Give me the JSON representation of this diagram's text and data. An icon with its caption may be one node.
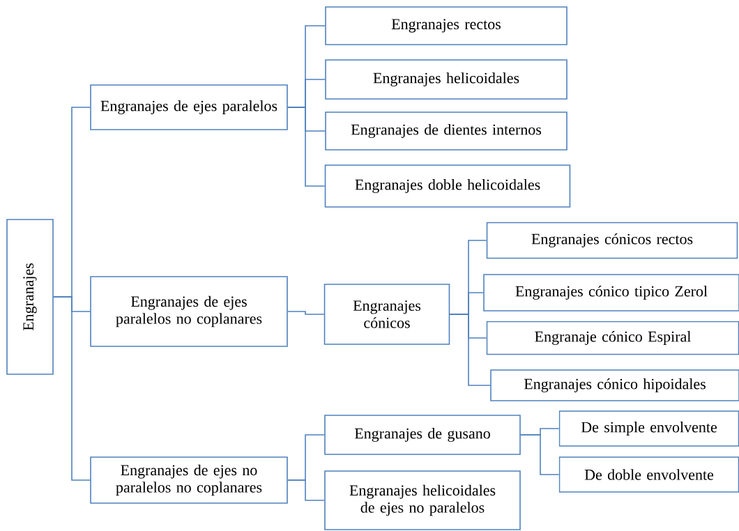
{
  "diagram": {
    "nodes": [
      {
        "text": [
          "Engranajes"
        ]
      },
      {
        "text": [
          "Engranajes de ejes paralelos"
        ]
      },
      {
        "text": [
          "Engranajes de ejes paralelos no coplanares"
        ]
      },
      {
        "text": [
          "Engranajes de ejes no paralelos no coplanares"
        ]
      },
      {
        "text": [
          "Engranajes rectos"
        ]
      },
      {
        "text": [
          "Engranajes helicoidales"
        ]
      },
      {
        "text": [
          "Engranajes de dientes internos"
        ]
      },
      {
        "text": [
          "Engranajes doble helicoidales"
        ]
      },
      {
        "text": [
          "Engranajes cónicos"
        ]
      },
      {
        "text": [
          "Engranajes cónicos rectos"
        ]
      },
      {
        "text": [
          "Engranajes cónico tipico Zerol"
        ]
      },
      {
        "text": [
          "Engranaje cónico Espiral"
        ]
      },
      {
        "text": [
          "Engranajes cónico hipoidales"
        ]
      },
      {
        "text": [
          "Engranajes de gusano"
        ]
      },
      {
        "text": [
          "Engranajes helicoidales de ejes no paralelos"
        ]
      },
      {
        "text": [
          "De simple envolvente"
        ]
      },
      {
        "text": [
          "De doble envolvente"
        ]
      }
    ],
    "edges": [
      {
        "from": 0,
        "to": 1,
        "arrow": "none"
      },
      {
        "from": 0,
        "to": 2,
        "arrow": "none"
      },
      {
        "from": 0,
        "to": 3,
        "arrow": "none"
      },
      {
        "from": 1,
        "to": 4,
        "arrow": "none"
      },
      {
        "from": 1,
        "to": 5,
        "arrow": "none"
      },
      {
        "from": 1,
        "to": 6,
        "arrow": "none"
      },
      {
        "from": 1,
        "to": 7,
        "arrow": "none"
      },
      {
        "from": 2,
        "to": 8,
        "arrow": "none"
      },
      {
        "from": 8,
        "to": 9,
        "arrow": "none"
      },
      {
        "from": 8,
        "to": 10,
        "arrow": "none"
      },
      {
        "from": 8,
        "to": 11,
        "arrow": "none"
      },
      {
        "from": 8,
        "to": 12,
        "arrow": "none"
      },
      {
        "from": 3,
        "to": 13,
        "arrow": "none"
      },
      {
        "from": 3,
        "to": 14,
        "arrow": "none"
      },
      {
        "from": 13,
        "to": 15,
        "arrow": "none"
      },
      {
        "from": 13,
        "to": 16,
        "arrow": "none"
      }
    ]
  }
}
